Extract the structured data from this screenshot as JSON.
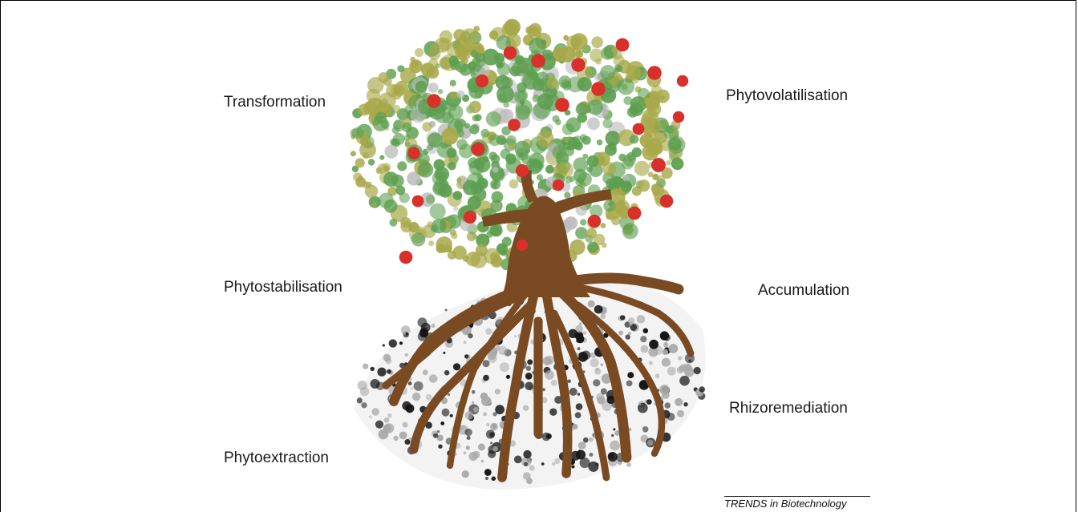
{
  "labels": {
    "transformation": "Transformation",
    "phytovolatilisation": "Phytovolatilisation",
    "phytostabilisation": "Phytostabilisation",
    "accumulation": "Accumulation",
    "rhizoremediation": "Rhizoremediation",
    "phytoextraction": "Phytoextraction"
  },
  "credit": "TRENDS in Biotechnology",
  "colors": {
    "leaf_green": "#5c9e4f",
    "leaf_olive": "#a8a84a",
    "fruit_red": "#d8302a",
    "trunk_brown": "#7a4a22",
    "soil_black": "#151515",
    "soil_grey": "#a9a9a9"
  }
}
